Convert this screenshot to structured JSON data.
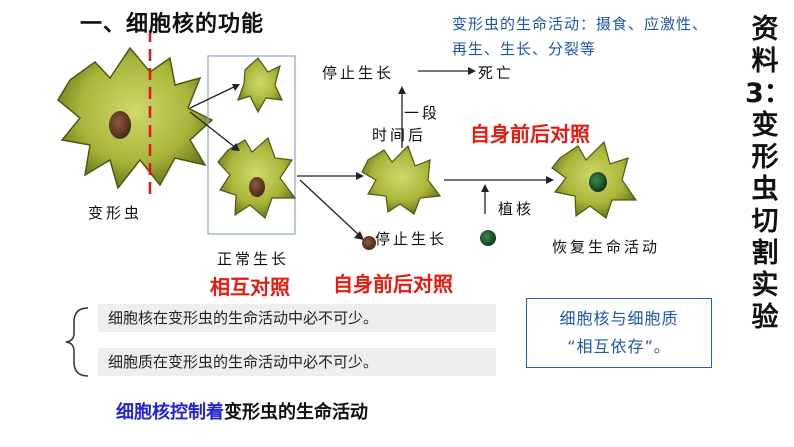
{
  "title": "一、细胞核的功能",
  "note": "变形虫的生命活动：摄食、应激性、再生、生长、分裂等",
  "side_title": "资料3：变形虫切割实验",
  "labels": {
    "amoeba": "变形虫",
    "normal_growth": "正常生长",
    "stop_growth_top": "停止生长",
    "death": "死亡",
    "after_time_1": "一段",
    "after_time_2": "时间后",
    "stop_growth_bottom": "停止生长",
    "transplant": "植核",
    "recover": "恢复生命活动"
  },
  "red_labels": {
    "mutual": "相互对照",
    "self1": "自身前后对照",
    "self2": "自身前后对照"
  },
  "statements": [
    "细胞核在变形虫的生命活动中必不可少。",
    "细胞质在变形虫的生命活动中必不可少。"
  ],
  "box": {
    "line1": "细胞核与细胞质",
    "line2": "“相互依存”。"
  },
  "conclusion": {
    "part1": "细胞核控制着",
    "part2": "变形虫的生命活动"
  }
}
